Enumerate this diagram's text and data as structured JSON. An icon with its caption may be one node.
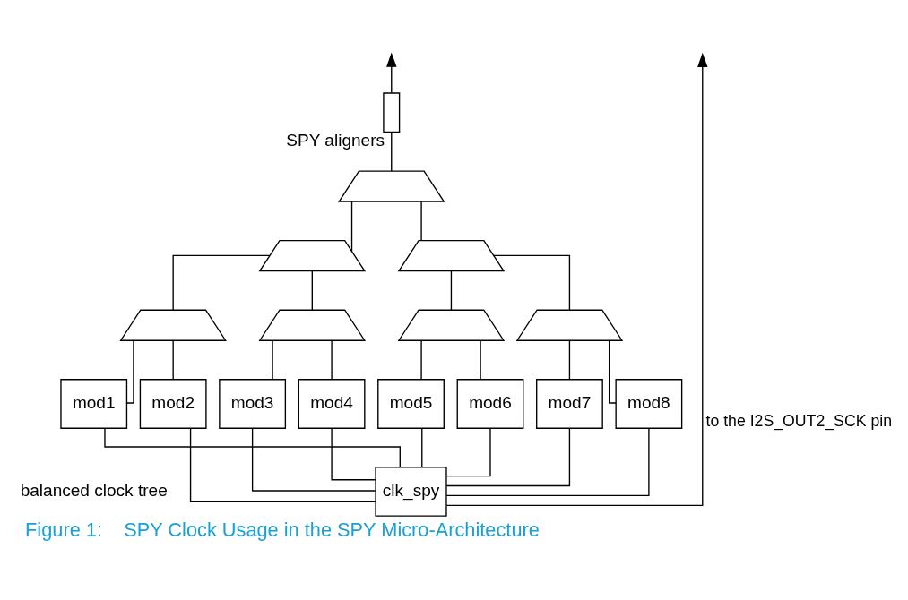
{
  "diagram": {
    "caption": "Figure 1:    SPY Clock Usage in the SPY Micro-Architecture",
    "nodes": [
      {
        "text": [],
        "shape": "trapezoid"
      },
      {
        "text": [],
        "shape": "trapezoid"
      },
      {
        "text": [],
        "shape": "trapezoid"
      },
      {
        "text": [],
        "shape": "trapezoid"
      },
      {
        "text": [],
        "shape": "trapezoid"
      },
      {
        "text": [],
        "shape": "trapezoid"
      },
      {
        "text": [],
        "shape": "trapezoid"
      },
      {
        "text": [
          "mod1"
        ]
      },
      {
        "text": [
          "mod2"
        ]
      },
      {
        "text": [
          "mod3"
        ]
      },
      {
        "text": [
          "mod4"
        ]
      },
      {
        "text": [
          "mod5"
        ]
      },
      {
        "text": [
          "mod6"
        ]
      },
      {
        "text": [
          "mod7"
        ]
      },
      {
        "text": [
          "mod8"
        ]
      },
      {
        "text": [],
        "shape": "box",
        "beside": [
          "SPY aligners"
        ]
      },
      {
        "text": [
          "clk_spy"
        ]
      }
    ],
    "edges": [
      {
        "from": 7,
        "to": 3,
        "arrow": "none"
      },
      {
        "from": 8,
        "to": 3,
        "arrow": "none"
      },
      {
        "from": 9,
        "to": 4,
        "arrow": "none"
      },
      {
        "from": 10,
        "to": 4,
        "arrow": "none"
      },
      {
        "from": 11,
        "to": 5,
        "arrow": "none"
      },
      {
        "from": 12,
        "to": 5,
        "arrow": "none"
      },
      {
        "from": 13,
        "to": 6,
        "arrow": "none"
      },
      {
        "from": 14,
        "to": 6,
        "arrow": "none"
      },
      {
        "from": 3,
        "to": 1,
        "arrow": "none"
      },
      {
        "from": 4,
        "to": 1,
        "arrow": "none"
      },
      {
        "from": 5,
        "to": 2,
        "arrow": "none"
      },
      {
        "from": 6,
        "to": 2,
        "arrow": "none"
      },
      {
        "from": 1,
        "to": 0,
        "arrow": "none"
      },
      {
        "from": 2,
        "to": 0,
        "arrow": "none"
      },
      {
        "from": 0,
        "to": 15,
        "arrow": "none"
      },
      {
        "from": 15,
        "to": null,
        "arrow": "to"
      },
      {
        "from": 16,
        "to": null,
        "arrow": "to",
        "label": "to the I2S_OUT2_SCK pin"
      },
      {
        "from": 16,
        "to": 7,
        "arrow": "none"
      },
      {
        "from": 16,
        "to": 8,
        "arrow": "none"
      },
      {
        "from": 16,
        "to": 9,
        "arrow": "none"
      },
      {
        "from": 16,
        "to": 10,
        "arrow": "none"
      },
      {
        "from": 16,
        "to": 11,
        "arrow": "none"
      },
      {
        "from": 16,
        "to": 12,
        "arrow": "none"
      },
      {
        "from": 16,
        "to": 13,
        "arrow": "none"
      },
      {
        "from": 16,
        "to": 14,
        "arrow": "none"
      }
    ],
    "labels": [
      "balanced clock tree"
    ]
  }
}
